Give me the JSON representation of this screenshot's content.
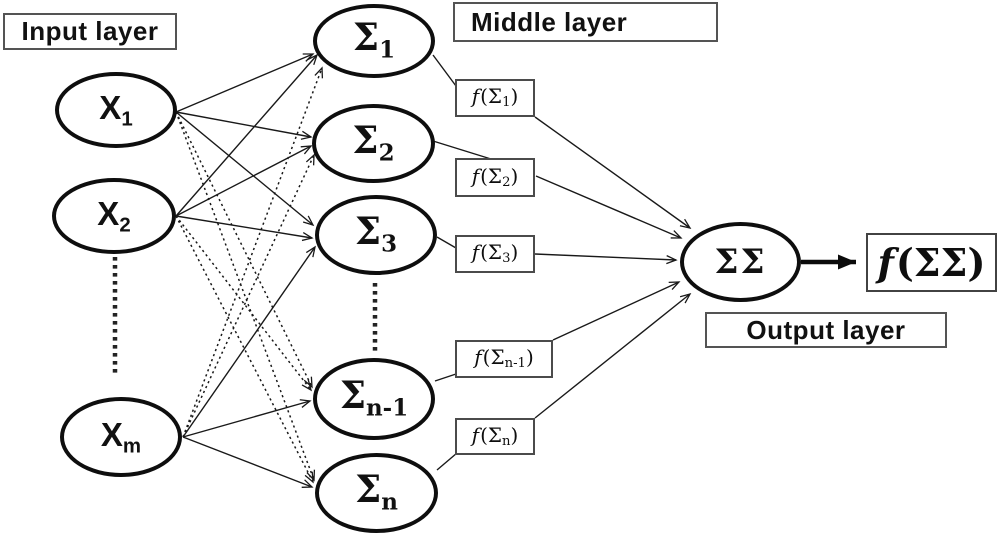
{
  "colors": {
    "ink": "#1c1c1c",
    "node_border": "#111111",
    "box_border": "#4d4d4d",
    "background": "#fdfdfd"
  },
  "labels": {
    "input": "Input layer",
    "middle": "Middle layer",
    "output": "Output layer"
  },
  "input_nodes": [
    {
      "main": "X",
      "sub": "1"
    },
    {
      "main": "X",
      "sub": "2"
    },
    {
      "main": "X",
      "sub": "m"
    }
  ],
  "middle_nodes": [
    {
      "main": "Σ",
      "sub": "1"
    },
    {
      "main": "Σ",
      "sub": "2"
    },
    {
      "main": "Σ",
      "sub": "3"
    },
    {
      "main": "Σ",
      "sub": "n-1"
    },
    {
      "main": "Σ",
      "sub": "n"
    }
  ],
  "output_node": {
    "main": "ΣΣ",
    "sub": ""
  },
  "activation_boxes": [
    {
      "f": "f",
      "open": "(Σ",
      "sub": "1",
      "close": ")"
    },
    {
      "f": "f",
      "open": "(Σ",
      "sub": "2",
      "close": ")"
    },
    {
      "f": "f",
      "open": "(Σ",
      "sub": "3",
      "close": ")"
    },
    {
      "f": "f",
      "open": "(Σ",
      "sub": "n-1",
      "close": ")"
    },
    {
      "f": "f",
      "open": "(Σ",
      "sub": "n",
      "close": ")"
    }
  ],
  "output_box": {
    "f": "f",
    "open": "(ΣΣ",
    "sub": "",
    "close": ")"
  }
}
